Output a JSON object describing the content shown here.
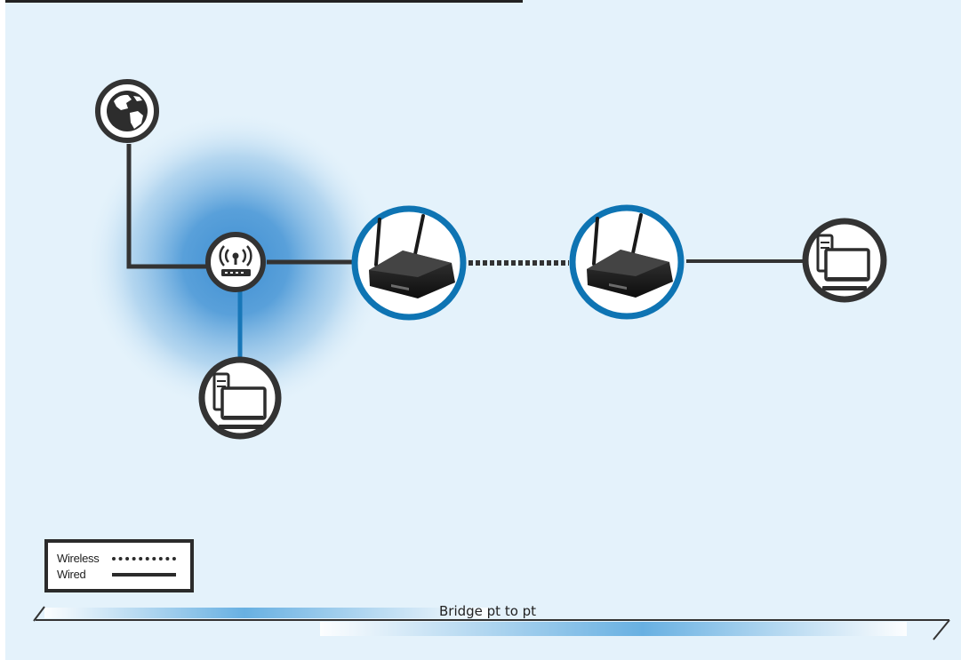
{
  "legend": {
    "wireless_label": "Wireless",
    "wired_label": "Wired"
  },
  "banner": {
    "label": "Bridge pt to pt"
  },
  "nodes": [
    {
      "id": "internet",
      "icon": "globe-icon"
    },
    {
      "id": "router",
      "icon": "wifi-router-icon"
    },
    {
      "id": "local-pc",
      "icon": "desktop-computer-icon"
    },
    {
      "id": "bridge-ap-1",
      "icon": "wireless-access-point-icon"
    },
    {
      "id": "bridge-ap-2",
      "icon": "wireless-access-point-icon"
    },
    {
      "id": "remote-pc",
      "icon": "desktop-computer-icon"
    }
  ],
  "links": [
    {
      "from": "internet",
      "to": "router",
      "type": "wired"
    },
    {
      "from": "router",
      "to": "local-pc",
      "type": "wired"
    },
    {
      "from": "router",
      "to": "bridge-ap-1",
      "type": "wired"
    },
    {
      "from": "bridge-ap-1",
      "to": "bridge-ap-2",
      "type": "wireless"
    },
    {
      "from": "bridge-ap-2",
      "to": "remote-pc",
      "type": "wired"
    }
  ],
  "colors": {
    "background": "#e4f2fb",
    "node_ring": "#333333",
    "bridge_ring": "#0e74b3",
    "link": "#333333",
    "local_link": "#1877b8",
    "coverage_glow": "#3f90d3"
  }
}
